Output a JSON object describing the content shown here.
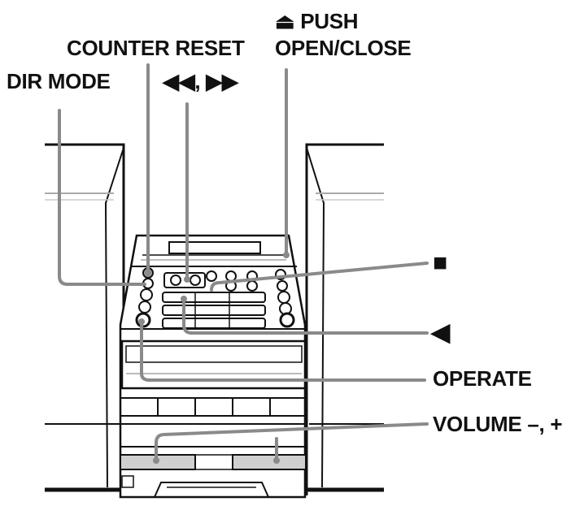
{
  "labels": {
    "push": "⏏ PUSH",
    "open_close": "OPEN/CLOSE",
    "counter_reset": "COUNTER RESET",
    "dir_mode": "DIR MODE",
    "rewind_ff": "◀◀, ▶▶",
    "stop": "■",
    "play": "◀",
    "operate": "OPERATE",
    "volume": "VOLUME –, +"
  },
  "colors": {
    "line": "#111111",
    "leader": "#8a8a8a",
    "highlight": "#b8b8b8",
    "background": "#ffffff"
  }
}
